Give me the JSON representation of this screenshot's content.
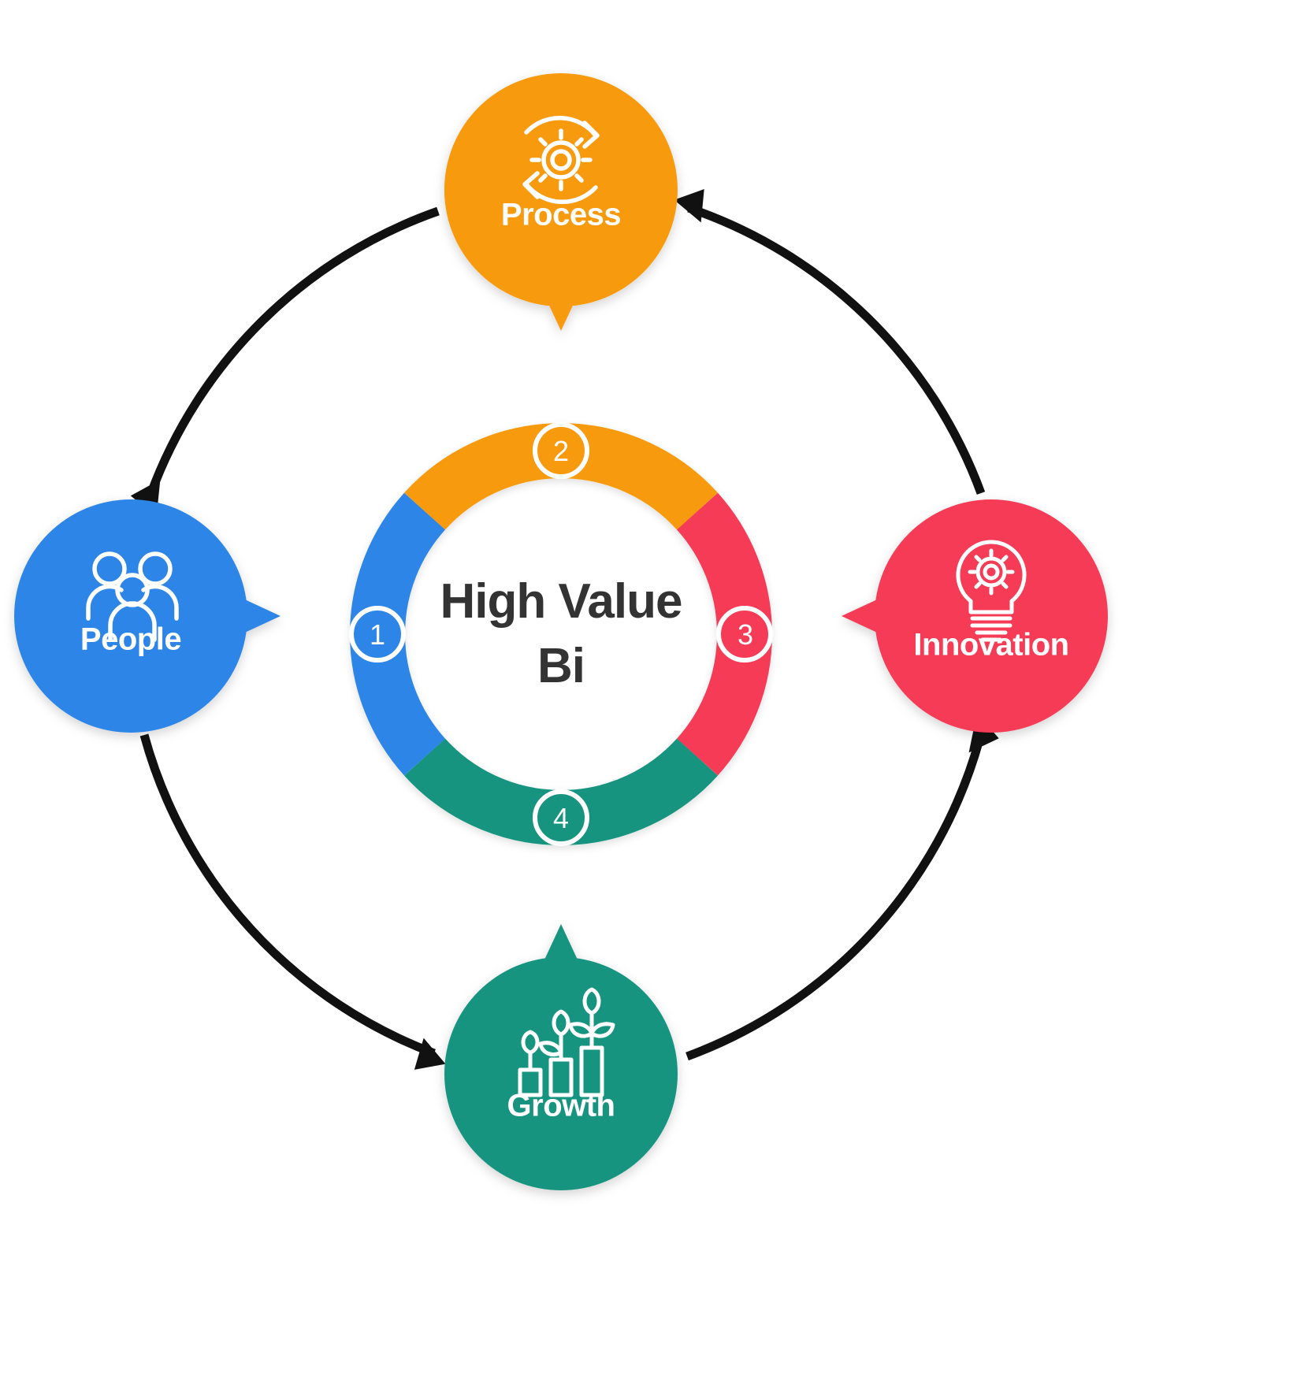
{
  "diagram": {
    "title": "High Value Bi Cycle Diagram",
    "center": {
      "line1": "High Value",
      "line2": "Bi",
      "text_color": "#333333"
    },
    "ring_segments": [
      {
        "id": "segment-1",
        "number": "1",
        "color": "#2D85E8",
        "label": "People",
        "position": "left"
      },
      {
        "id": "segment-2",
        "number": "2",
        "color": "#F89A10",
        "label": "Process",
        "position": "top"
      },
      {
        "id": "segment-3",
        "number": "3",
        "color": "#F63B57",
        "label": "Innovation",
        "position": "right"
      },
      {
        "id": "segment-4",
        "number": "4",
        "color": "#17947F",
        "label": "Growth",
        "position": "bottom"
      }
    ],
    "nodes": [
      {
        "id": "node-people",
        "label": "People",
        "color": "#2D85E8",
        "icon": "people-group-icon",
        "position": "left"
      },
      {
        "id": "node-process",
        "label": "Process",
        "color": "#F89A10",
        "icon": "gear-refresh-icon",
        "position": "top"
      },
      {
        "id": "node-innovation",
        "label": "Innovation",
        "color": "#F63B57",
        "icon": "lightbulb-gear-icon",
        "position": "right"
      },
      {
        "id": "node-growth",
        "label": "Growth",
        "color": "#17947F",
        "icon": "plant-growth-bar-icon",
        "position": "bottom"
      }
    ],
    "connectors": {
      "color": "#111111",
      "style": "curved-arrow",
      "count": 4
    },
    "background_color": "#FFFFFF"
  }
}
